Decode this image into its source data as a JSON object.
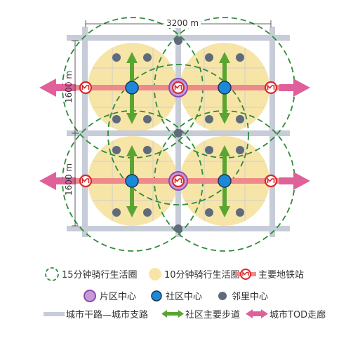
{
  "dimensions": {
    "width_label": "3200 m",
    "height_label_top": "1600 m",
    "height_label_bottom": "1600 m"
  },
  "legend": {
    "circle15": "15分钟骑行生活圈",
    "circle10": "10分钟骑行生活圈",
    "metro": "主要地铁站",
    "district_center": "片区中心",
    "community_center": "社区中心",
    "neighborhood_center": "邻里中心",
    "roads": "城市干路—城市支路",
    "walkway": "社区主要步道",
    "tod": "城市TOD走廊"
  },
  "colors": {
    "road": "#c7ccd9",
    "minor_road": "#d8dbe3",
    "life_circle_10": "#f7e5a8",
    "life_circle_15": "#2e8b3a",
    "walkway": "#5aa532",
    "tod": "#e0609a",
    "tod_line": "#ef8a8a",
    "metro_ring": "#d8282b",
    "district": "#8e4bb0",
    "community": "#1e88d8",
    "neighborhood": "#5f6b7a"
  }
}
